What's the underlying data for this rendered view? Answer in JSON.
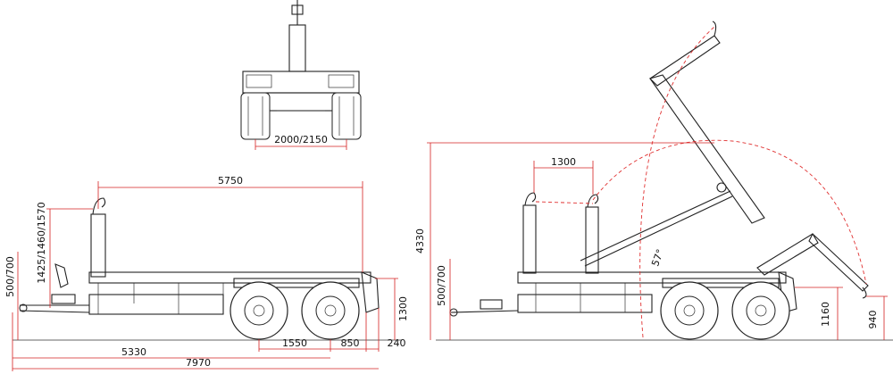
{
  "colors": {
    "drawing_ink": "#222222",
    "dimension_line": "#d42020"
  },
  "views": {
    "rear": {
      "track_width_label": "2000/2150"
    },
    "side_transport": {
      "hook_reach_label": "5750",
      "hook_height_label": "1425/1460/1570",
      "drawbar_height_label": "500/700",
      "deck_height_label": "1300",
      "axle_spacing_label": "1550",
      "rear_axle_to_end_label": "850",
      "rear_overhang_label": "240",
      "wheelbase_label": "5330",
      "overall_length_label": "7970"
    },
    "side_tipping": {
      "hook_shift_label": "1300",
      "max_height_label": "4330",
      "tip_angle_label": "57°",
      "drawbar_height_label": "500/700",
      "frame_height_label": "1160",
      "hook_lowest_label": "940"
    }
  }
}
